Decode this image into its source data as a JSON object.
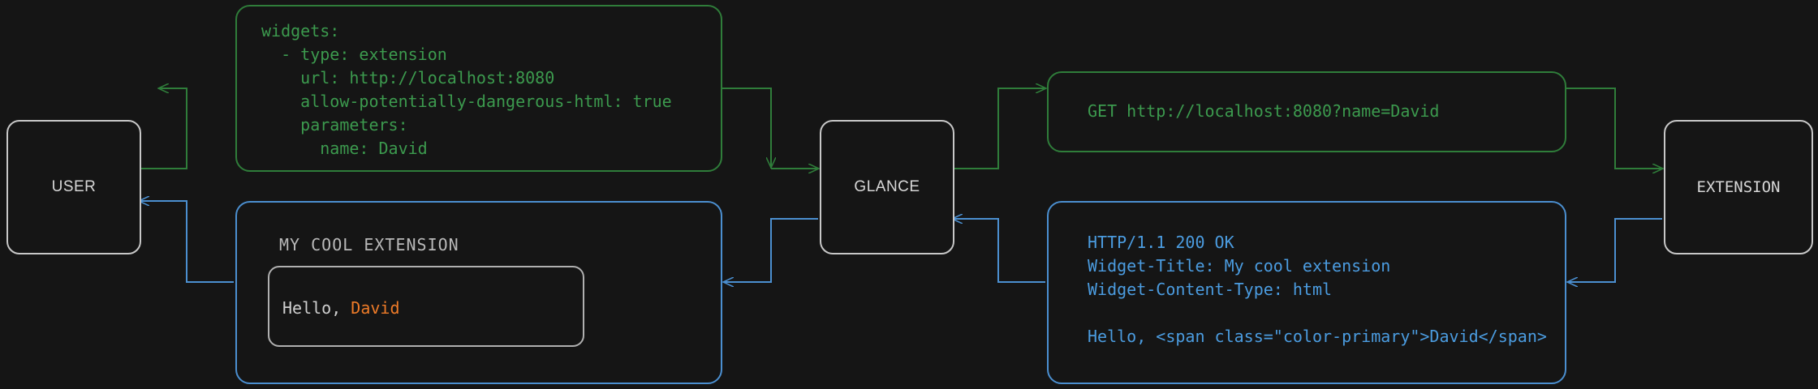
{
  "theme": {
    "background": "#151515",
    "node_border": "#c8c8c8",
    "request_color": "#2f7d3a",
    "request_text_color": "#3c9a4e",
    "response_color": "#4b8fd0",
    "response_text_color": "#4b9ce0",
    "accent_primary": "#ee7b28",
    "muted_text": "#b9b9b9"
  },
  "nodes": {
    "user": {
      "label": "USER"
    },
    "glance": {
      "label": "GLANCE"
    },
    "extension": {
      "label": "EXTENSION"
    }
  },
  "config_box": {
    "lines": "widgets:\n  - type: extension\n    url: http://localhost:8080\n    allow-potentially-dangerous-html: true\n    parameters:\n      name: David"
  },
  "request_box": {
    "lines": "GET http://localhost:8080?name=David"
  },
  "response_box": {
    "lines": "HTTP/1.1 200 OK\nWidget-Title: My cool extension\nWidget-Content-Type: html\n\nHello, <span class=\"color-primary\">David</span>"
  },
  "widget_preview": {
    "title": "MY COOL EXTENSION",
    "greeting_prefix": "Hello, ",
    "greeting_name": "David"
  },
  "edges": [
    {
      "name": "user-to-config",
      "kind": "request",
      "arrow": "right"
    },
    {
      "name": "config-to-glance",
      "kind": "request",
      "arrow": "right"
    },
    {
      "name": "glance-to-request",
      "kind": "request",
      "arrow": "right"
    },
    {
      "name": "request-to-extension",
      "kind": "request",
      "arrow": "right"
    },
    {
      "name": "extension-to-response",
      "kind": "response",
      "arrow": "left"
    },
    {
      "name": "response-to-glance",
      "kind": "response",
      "arrow": "left"
    },
    {
      "name": "glance-to-widget",
      "kind": "response",
      "arrow": "left"
    },
    {
      "name": "widget-to-user",
      "kind": "response",
      "arrow": "left"
    }
  ]
}
